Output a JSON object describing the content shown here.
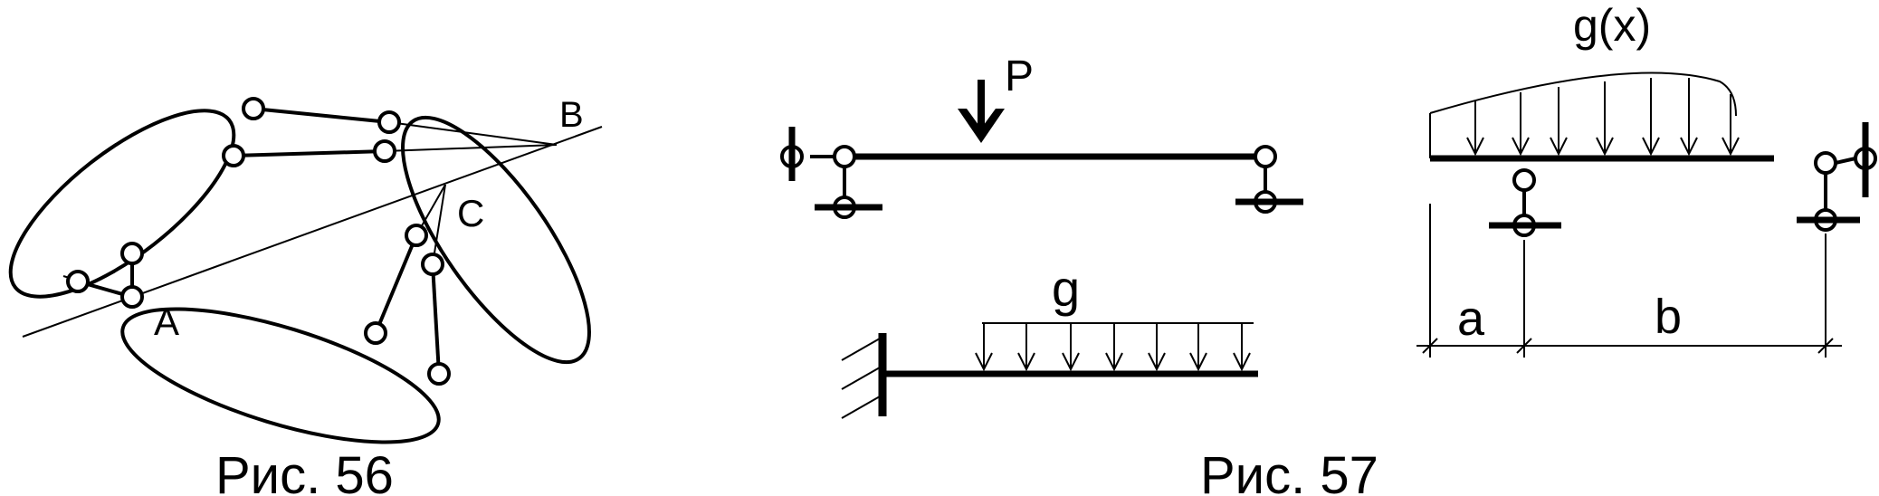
{
  "fig56": {
    "caption": "Рис. 56",
    "point_a": "A",
    "point_b": "B",
    "point_c": "C"
  },
  "fig57": {
    "caption": "Рис. 57",
    "load_p": "P",
    "load_g": "g",
    "load_gx": "g(x)",
    "dim_a": "a",
    "dim_b": "b"
  }
}
